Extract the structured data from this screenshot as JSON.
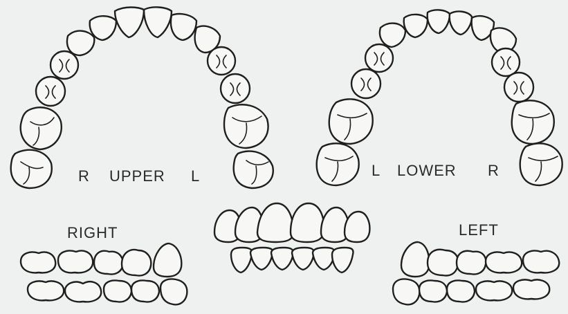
{
  "upper_arch": {
    "label_left": "R",
    "title": "UPPER",
    "label_right": "L"
  },
  "lower_arch": {
    "label_left": "L",
    "title": "LOWER",
    "label_right": "R"
  },
  "views": {
    "right": "RIGHT",
    "left": "LEFT"
  },
  "colors": {
    "background": "#eef1f0",
    "outline": "#1f1f1f",
    "tooth_fill": "#f7f8f6"
  }
}
